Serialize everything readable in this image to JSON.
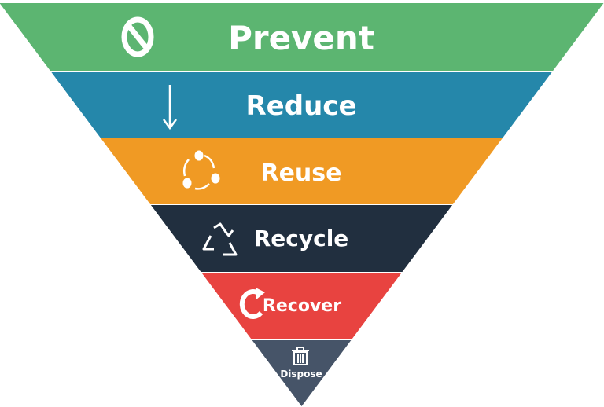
{
  "levels": [
    {
      "label": "Prevent",
      "color": "#5cb571",
      "icon": "prohibited-icon"
    },
    {
      "label": "Reduce",
      "color": "#2587aa",
      "icon": "arrow-down-icon"
    },
    {
      "label": "Reuse",
      "color": "#f09a24",
      "icon": "cycle-icon"
    },
    {
      "label": "Recycle",
      "color": "#212f3f",
      "icon": "recycle-icon"
    },
    {
      "label": "Recover",
      "color": "#e84340",
      "icon": "refresh-icon"
    },
    {
      "label": "Dispose",
      "color": "#465468",
      "icon": "trash-icon"
    }
  ]
}
